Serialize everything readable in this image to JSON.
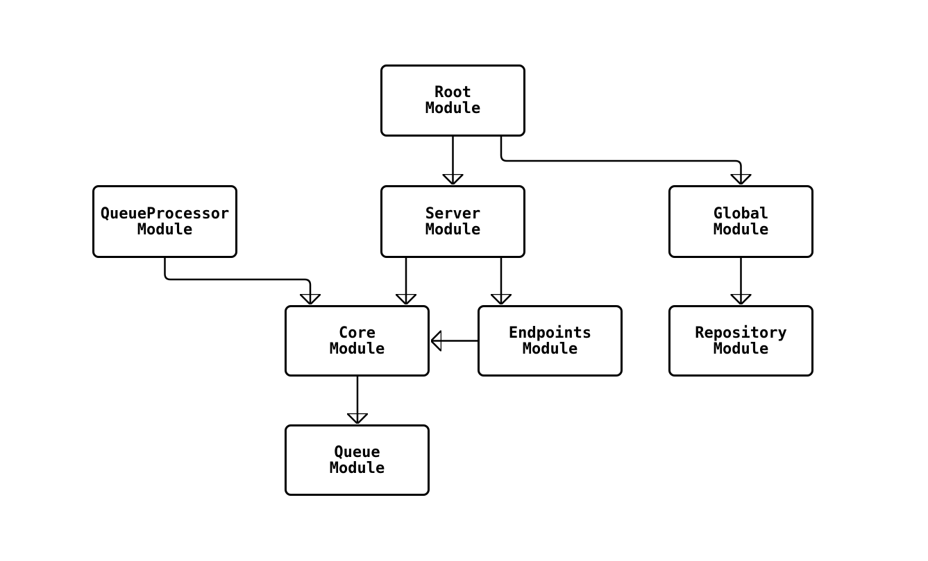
{
  "diagram": {
    "type": "flowchart",
    "colors": {
      "background": "#ffffff",
      "node_fill": "#ffffff",
      "node_border": "#000000",
      "edge_stroke": "#000000",
      "text": "#000000"
    },
    "nodes": {
      "root": {
        "line1": "Root",
        "line2": "Module"
      },
      "queueprocessor": {
        "line1": "QueueProcessor",
        "line2": "Module"
      },
      "server": {
        "line1": "Server",
        "line2": "Module"
      },
      "global": {
        "line1": "Global",
        "line2": "Module"
      },
      "core": {
        "line1": "Core",
        "line2": "Module"
      },
      "endpoints": {
        "line1": "Endpoints",
        "line2": "Module"
      },
      "repository": {
        "line1": "Repository",
        "line2": "Module"
      },
      "queue": {
        "line1": "Queue",
        "line2": "Module"
      }
    },
    "edges": [
      {
        "from": "Root Module",
        "to": "Server Module"
      },
      {
        "from": "Root Module",
        "to": "Global Module"
      },
      {
        "from": "QueueProcessor Module",
        "to": "Core Module"
      },
      {
        "from": "Server Module",
        "to": "Core Module"
      },
      {
        "from": "Server Module",
        "to": "Endpoints Module"
      },
      {
        "from": "Endpoints Module",
        "to": "Core Module"
      },
      {
        "from": "Global Module",
        "to": "Repository Module"
      },
      {
        "from": "Core Module",
        "to": "Queue Module"
      }
    ]
  }
}
